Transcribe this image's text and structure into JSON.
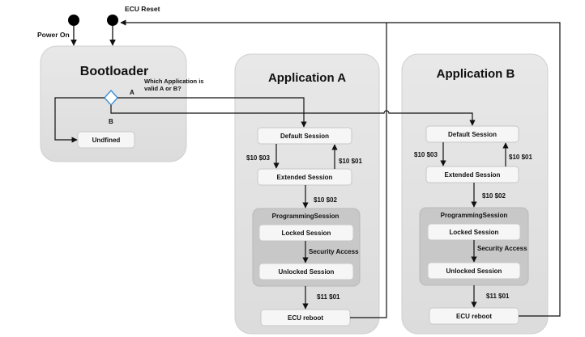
{
  "labels": {
    "power_on": "Power On",
    "ecu_reset": "ECU Reset",
    "question_line1": "Which Application is",
    "question_line2": "valid A or B?",
    "branch_a": "A",
    "branch_b": "B"
  },
  "bootloader": {
    "title": "Bootloader",
    "undefined_state": "Undfined"
  },
  "application_a": {
    "title": "Application A",
    "default_session": "Default Session",
    "extended_session": "Extended Session",
    "programming_session": "ProgrammingSession",
    "locked_session": "Locked Session",
    "unlocked_session": "Unlocked Session",
    "ecu_reboot": "ECU reboot",
    "to_extended": "$10 $03",
    "to_default": "$10 $01",
    "to_programming": "$10 $02",
    "security_access": "Security Access",
    "to_reboot": "$11 $01"
  },
  "application_b": {
    "title": "Application B",
    "default_session": "Default Session",
    "extended_session": "Extended Session",
    "programming_session": "ProgrammingSession",
    "locked_session": "Locked Session",
    "unlocked_session": "Unlocked Session",
    "ecu_reboot": "ECU reboot",
    "to_extended": "$10 $03",
    "to_default": "$10 $01",
    "to_programming": "$10 $02",
    "security_access": "Security Access",
    "to_reboot": "$11 $01"
  }
}
